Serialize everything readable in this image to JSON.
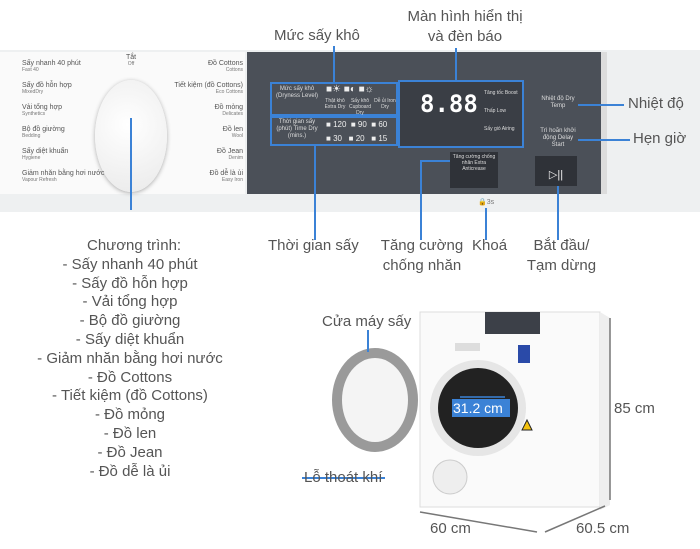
{
  "labels": {
    "dryness": "Mức sấy khô",
    "display_l1": "Màn hình hiển thị",
    "display_l2": "và đèn báo",
    "temp": "Nhiệt độ",
    "timer": "Hẹn giờ",
    "time_dry": "Thời gian sấy",
    "anticrease_l1": "Tăng cường",
    "anticrease_l2": "chống nhăn",
    "lock": "Khoá",
    "start_l1": "Bắt đầu/",
    "start_l2": "Tạm dừng",
    "door": "Cửa máy sấy",
    "vent": "Lỗ thoát khí",
    "drum": "31.2 cm",
    "height": "85 cm",
    "width": "60 cm",
    "depth": "60.5 cm"
  },
  "programs": {
    "title": "Chương trình:",
    "items": [
      "- Sấy nhanh 40 phút",
      "- Sấy đồ hỗn hợp",
      "- Vải tổng hợp",
      "- Bộ đồ giường",
      "- Sấy diệt khuẩn",
      "- Giảm nhăn bằng hơi nước",
      "- Đồ Cottons",
      "- Tiết kiệm (đồ Cottons)",
      "- Đồ mỏng",
      "- Đồ len",
      "- Đồ Jean",
      "- Đồ dễ là ủi"
    ]
  },
  "dial": {
    "off": "Tắt",
    "off_en": "Off",
    "left": [
      [
        "Sấy nhanh 40 phút",
        "Fast 40"
      ],
      [
        "Sấy đồ hỗn hợp",
        "MixedDry"
      ],
      [
        "Vải tổng hợp",
        "Synthetics"
      ],
      [
        "Bộ đồ giường",
        "Bedding"
      ],
      [
        "Sấy diệt khuẩn",
        "Hygiene"
      ],
      [
        "Giảm nhăn bằng hơi nước",
        "Vapour Refresh"
      ]
    ],
    "right": [
      [
        "Đồ Cottons",
        "Cottons"
      ],
      [
        "Tiết kiệm (đồ Cottons)",
        "Eco Cottons"
      ],
      [
        "Đồ mỏng",
        "Delicates"
      ],
      [
        "Đồ len",
        "Wool"
      ],
      [
        "Đồ Jean",
        "Denim"
      ],
      [
        "Đồ dễ là ủi",
        "Easy Iron"
      ]
    ]
  },
  "panel": {
    "dryness_level": "Mức sấy khô (Dryness Level)",
    "dryness_opts": [
      "Thật khô Extra Dry",
      "Sấy khô Cupboard Dry",
      "Dễ ủi Iron Dry"
    ],
    "time_dry": "Thời gian sấy (phút) Time Dry (mins.)",
    "times": [
      "120",
      "90",
      "60",
      "30",
      "20",
      "15"
    ],
    "display": "8.88",
    "speed_opts": [
      "Tăng tốc Boost",
      "Thấp Low",
      "Sấy gió Airing"
    ],
    "dry_temp": "Nhiệt độ Dry Temp",
    "delay_start": "Trì hoãn khởi động Delay Start",
    "extra_anticrease": "Tăng cường chống nhăn Extra Anticrease",
    "lock_hint": "3s",
    "play_pause": "▷||"
  },
  "colors": {
    "accent": "#3b82d6",
    "panel": "#4b5058"
  }
}
